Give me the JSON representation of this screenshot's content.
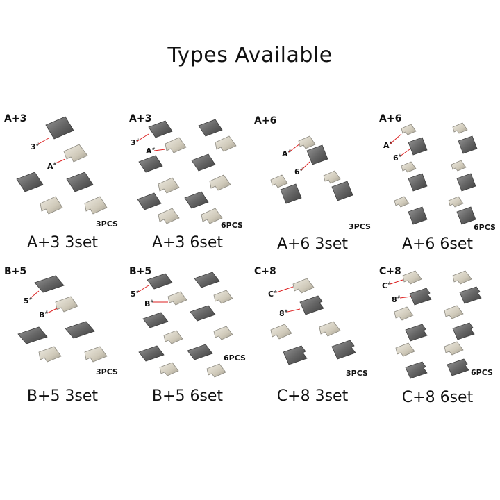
{
  "title": "Types Available",
  "cells": [
    {
      "code": "A+3",
      "caption": "A+3 3set",
      "pcs": "3PCS",
      "ann1": "3",
      "ann2": "A"
    },
    {
      "code": "A+3",
      "caption": "A+3 6set",
      "pcs": "6PCS",
      "ann1": "3",
      "ann2": "A"
    },
    {
      "code": "A+6",
      "caption": "A+6 3set",
      "pcs": "3PCS",
      "ann1": "A",
      "ann2": "6"
    },
    {
      "code": "A+6",
      "caption": "A+6 6set",
      "pcs": "6PCS",
      "ann1": "A",
      "ann2": "6"
    },
    {
      "code": "B+5",
      "caption": "B+5 3set",
      "pcs": "3PCS",
      "ann1": "5",
      "ann2": "B"
    },
    {
      "code": "B+5",
      "caption": "B+5 6set",
      "pcs": "6PCS",
      "ann1": "5",
      "ann2": "B"
    },
    {
      "code": "C+8",
      "caption": "C+8 3set",
      "pcs": "3PCS",
      "ann1": "C",
      "ann2": "8"
    },
    {
      "code": "C+8",
      "caption": "C+8 6set",
      "pcs": "6PCS",
      "ann1": "C",
      "ann2": "8"
    }
  ],
  "superscript": "#",
  "colors": {
    "block": "#5f5f5f",
    "clip": "#d6d1c3",
    "arrow": "#d22222"
  }
}
